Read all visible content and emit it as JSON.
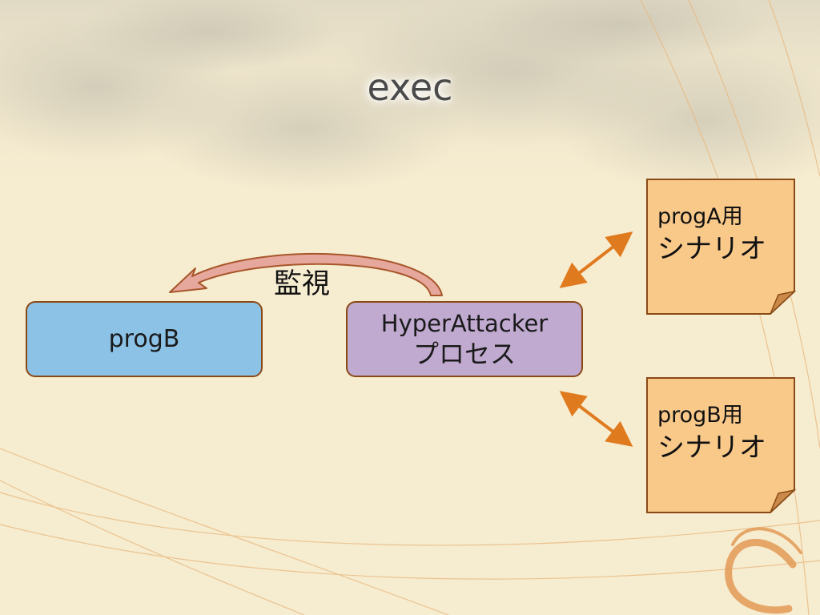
{
  "slide": {
    "title": "exec"
  },
  "diagram": {
    "progb_box": {
      "label": "progB"
    },
    "hyper_box": {
      "line1": "HyperAttacker",
      "line2": "プロセス"
    },
    "monitor_label": "監視",
    "note_a": {
      "line1": "progA用",
      "line2": "シナリオ"
    },
    "note_b": {
      "line1": "progB用",
      "line2": "シナリオ"
    }
  },
  "colors": {
    "background": "#f6ecd0",
    "progb_fill": "#8cc2e6",
    "hyper_fill": "#c0aad0",
    "note_fill": "#f9c98a",
    "arrow_orange": "#e07a1e",
    "box_border": "#8a4a16",
    "monitor_arrow_fill": "#e6a79c",
    "monitor_arrow_outline": "#a8562a"
  }
}
